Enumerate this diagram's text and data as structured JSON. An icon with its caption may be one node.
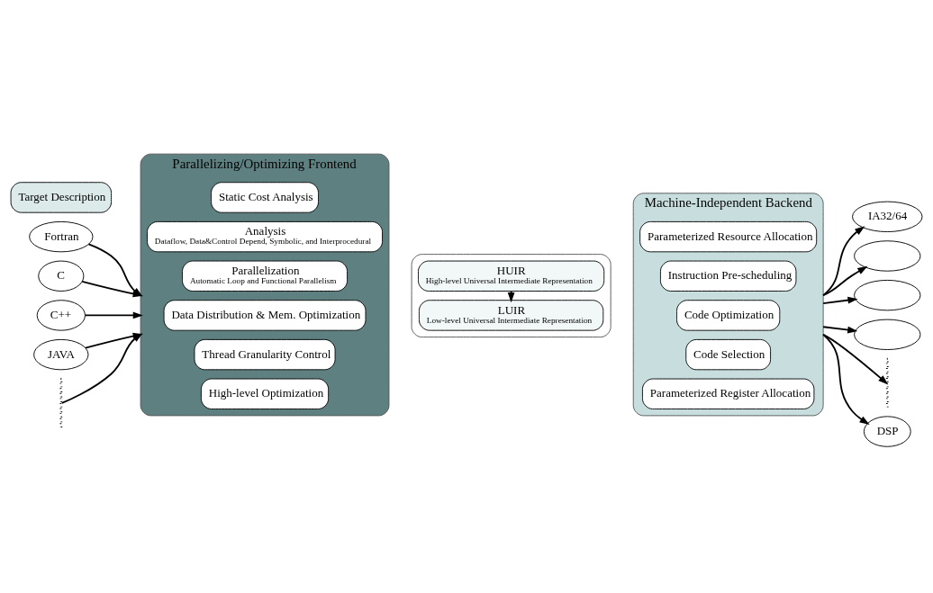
{
  "diagram": {
    "nodes": [
      {
        "text": [
          "Parallelizing/Optimizing Frontend"
        ]
      },
      {
        "text": [
          "Static Cost Analysis"
        ],
        "in": 0
      },
      {
        "text": [
          "Analysis",
          "Dataflow, Data&Control Depend, Symbolic, and Interprocedural"
        ],
        "in": 0
      },
      {
        "text": [
          "Parallelization",
          "Automatic Loop and Functional Parallelism"
        ],
        "in": 0
      },
      {
        "text": [
          "Data Distribution & Mem. Optimization"
        ],
        "in": 0
      },
      {
        "text": [
          "Thread Granularity Control"
        ],
        "in": 0
      },
      {
        "text": [
          "High-level Optimization"
        ],
        "in": 0
      },
      {
        "text": [
          "Machine-Independent Backend"
        ]
      },
      {
        "text": [
          "Parameterized Resource Allocation"
        ],
        "in": 7
      },
      {
        "text": [
          "Instruction Pre-scheduling"
        ],
        "in": 7
      },
      {
        "text": [
          "Code Optimization"
        ],
        "in": 7
      },
      {
        "text": [
          "Code Selection"
        ],
        "in": 7
      },
      {
        "text": [
          "Parameterized Register Allocation"
        ],
        "in": 7
      },
      {
        "text": [],
        "shape": "box"
      },
      {
        "text": [
          "HUIR",
          "High-level Universal Intermediate Representation"
        ],
        "in": 13
      },
      {
        "text": [
          "LUIR",
          "Low-level Universal Intermediate Representation"
        ],
        "in": 13
      },
      {
        "text": [
          "Target Description"
        ]
      },
      {
        "text": [
          "Fortran"
        ]
      },
      {
        "text": [
          "C"
        ]
      },
      {
        "text": [
          "C++"
        ]
      },
      {
        "text": [
          "JAVA"
        ]
      },
      {
        "text": [],
        "shape": "line"
      },
      {
        "text": [
          "IA32/64"
        ]
      },
      {
        "text": [],
        "shape": "ellipse"
      },
      {
        "text": [],
        "shape": "ellipse"
      },
      {
        "text": [],
        "shape": "ellipse"
      },
      {
        "text": [],
        "shape": "line"
      },
      {
        "text": [
          "DSP"
        ]
      }
    ],
    "edges": [
      {
        "from": 17,
        "to": 0,
        "arrow": "to"
      },
      {
        "from": 18,
        "to": 0,
        "arrow": "to"
      },
      {
        "from": 19,
        "to": 0,
        "arrow": "to"
      },
      {
        "from": 20,
        "to": 0,
        "arrow": "to"
      },
      {
        "from": 21,
        "to": 0,
        "arrow": "to"
      },
      {
        "from": 14,
        "to": 15,
        "arrow": "to"
      },
      {
        "from": 7,
        "to": 22,
        "arrow": "to"
      },
      {
        "from": 7,
        "to": 23,
        "arrow": "to"
      },
      {
        "from": 7,
        "to": 24,
        "arrow": "to"
      },
      {
        "from": 7,
        "to": 25,
        "arrow": "to"
      },
      {
        "from": 7,
        "to": 26,
        "arrow": "to"
      },
      {
        "from": 7,
        "to": 27,
        "arrow": "to"
      }
    ]
  }
}
